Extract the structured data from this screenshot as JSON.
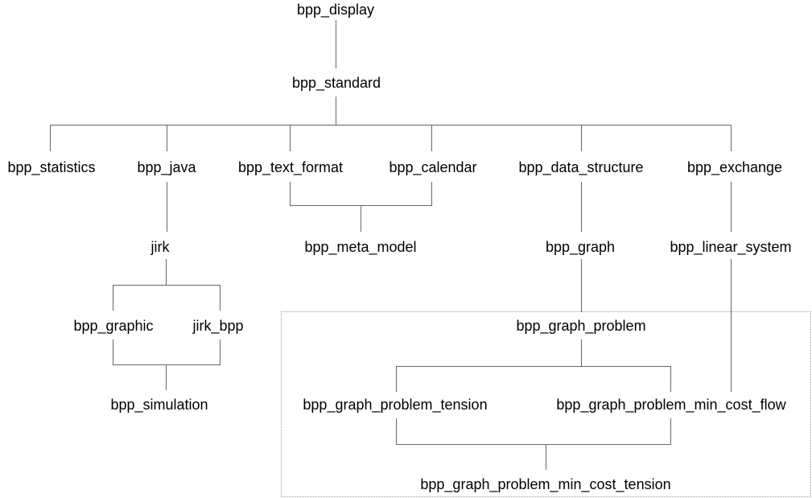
{
  "diagram": {
    "type": "dependency-tree",
    "nodes": {
      "bpp_display": "bpp_display",
      "bpp_standard": "bpp_standard",
      "bpp_statistics": "bpp_statistics",
      "bpp_java": "bpp_java",
      "bpp_text_format": "bpp_text_format",
      "bpp_calendar": "bpp_calendar",
      "bpp_data_structure": "bpp_data_structure",
      "bpp_exchange": "bpp_exchange",
      "jirk": "jirk",
      "bpp_meta_model": "bpp_meta_model",
      "bpp_graph": "bpp_graph",
      "bpp_linear_system": "bpp_linear_system",
      "bpp_graphic": "bpp_graphic",
      "jirk_bpp": "jirk_bpp",
      "bpp_graph_problem": "bpp_graph_problem",
      "bpp_simulation": "bpp_simulation",
      "bpp_graph_problem_tension": "bpp_graph_problem_tension",
      "bpp_graph_problem_min_cost_flow": "bpp_graph_problem_min_cost_flow",
      "bpp_graph_problem_min_cost_tension": "bpp_graph_problem_min_cost_tension"
    },
    "edges": [
      {
        "from": "bpp_display",
        "to": "bpp_standard"
      },
      {
        "from": "bpp_standard",
        "to": "bpp_statistics"
      },
      {
        "from": "bpp_standard",
        "to": "bpp_java"
      },
      {
        "from": "bpp_standard",
        "to": "bpp_text_format"
      },
      {
        "from": "bpp_standard",
        "to": "bpp_calendar"
      },
      {
        "from": "bpp_standard",
        "to": "bpp_data_structure"
      },
      {
        "from": "bpp_standard",
        "to": "bpp_exchange"
      },
      {
        "from": "bpp_java",
        "to": "jirk"
      },
      {
        "from": "bpp_text_format",
        "to": "bpp_meta_model"
      },
      {
        "from": "bpp_calendar",
        "to": "bpp_meta_model"
      },
      {
        "from": "bpp_data_structure",
        "to": "bpp_graph"
      },
      {
        "from": "bpp_exchange",
        "to": "bpp_linear_system"
      },
      {
        "from": "jirk",
        "to": "bpp_graphic"
      },
      {
        "from": "jirk",
        "to": "jirk_bpp"
      },
      {
        "from": "bpp_graphic",
        "to": "bpp_simulation"
      },
      {
        "from": "jirk_bpp",
        "to": "bpp_simulation"
      },
      {
        "from": "bpp_graph",
        "to": "bpp_graph_problem"
      },
      {
        "from": "bpp_linear_system",
        "to": "bpp_graph_problem_min_cost_flow"
      },
      {
        "from": "bpp_graph_problem",
        "to": "bpp_graph_problem_tension"
      },
      {
        "from": "bpp_graph_problem",
        "to": "bpp_graph_problem_min_cost_flow"
      },
      {
        "from": "bpp_graph_problem_tension",
        "to": "bpp_graph_problem_min_cost_tension"
      },
      {
        "from": "bpp_graph_problem_min_cost_flow",
        "to": "bpp_graph_problem_min_cost_tension"
      }
    ],
    "group": {
      "style": "dotted-rectangle",
      "members": [
        "bpp_graph_problem",
        "bpp_graph_problem_tension",
        "bpp_graph_problem_min_cost_flow",
        "bpp_graph_problem_min_cost_tension"
      ]
    },
    "colors": {
      "background": "#ffffff",
      "text": "#000000",
      "line": "#666666",
      "group_border": "#999999"
    }
  }
}
